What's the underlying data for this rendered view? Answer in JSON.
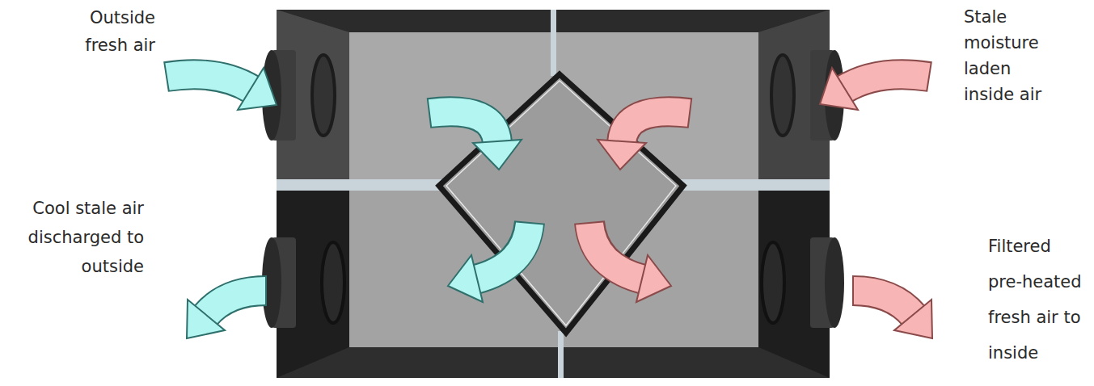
{
  "diagram": {
    "labels": [
      "Outside fresh air",
      "Stale moisture laden inside air",
      "Cool stale air discharged to outside",
      "Filtered pre-heated fresh air to inside"
    ]
  }
}
